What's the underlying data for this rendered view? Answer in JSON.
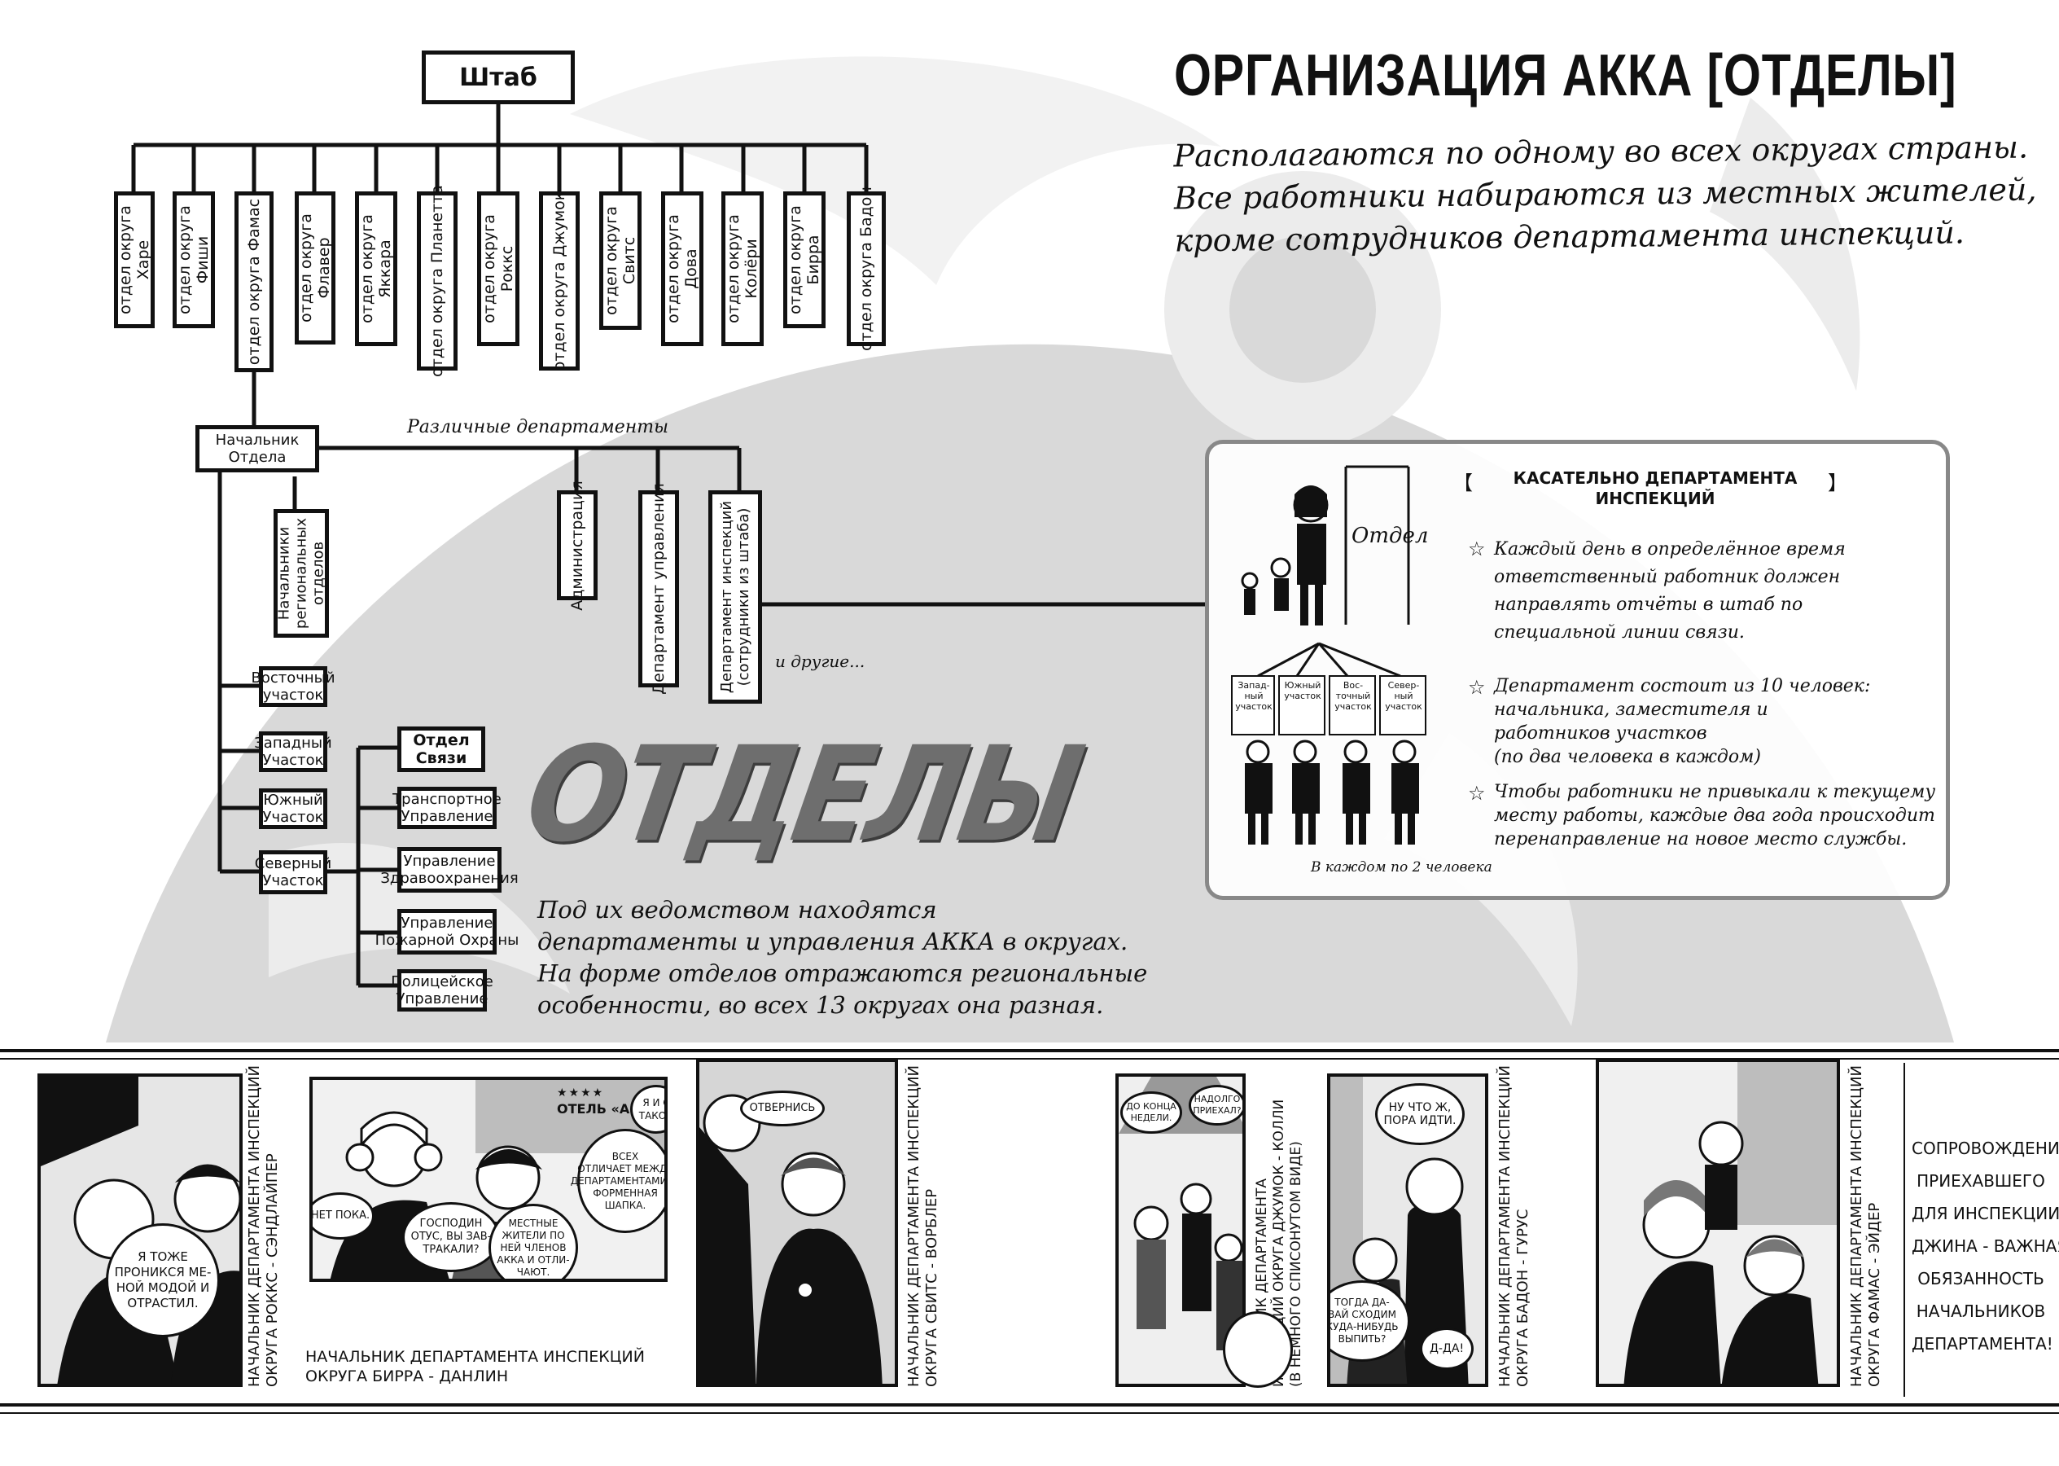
{
  "page": {
    "title": "ОРГАНИЗАЦИЯ АККА [ОТДЕЛЫ]",
    "intro": "Располагаются по одному во всех округах страны.\nВсе работники набираются из местных жителей,\nкроме сотрудников департамента инспекций.",
    "stamp": "ОТДЕЛЫ",
    "stamp_text": "Под их ведомством находятся\nдепартаменты и управления АККА в округах.\nНа форме отделов отражаются региональные\nособенности, во всех 13 округах она разная."
  },
  "org": {
    "hq": "Штаб",
    "districts": [
      "отдел округа\nХаре",
      "отдел округа\nФиши",
      "отдел округа Фамас",
      "отдел округа\nФлавер",
      "отдел округа\nЯккара",
      "отдел округа Планетта",
      "отдел округа\nРоккс",
      "отдел округа Джумок",
      "отдел округа\nСвитс",
      "отдел округа\nДова",
      "отдел округа\nКолёри",
      "отдел округа\nБирра",
      "отдел округа Бадон"
    ],
    "chief": "Начальник\nОтдела",
    "regional_chiefs": "Начальники\nрегиональных\nотделов",
    "various_label": "Различные департаменты",
    "departments": [
      "Администрация",
      "Департамент управления",
      "Департамент инспекций\n(сотрудники из штаба)"
    ],
    "others": "и другие...",
    "precincts": [
      "Восточный\nучасток",
      "Западный\nУчасток",
      "Южный\nУчасток",
      "Северный\nУчасток"
    ],
    "comm_dept": "Отдел\nСвязи",
    "services": [
      "Транспортное\nУправление",
      "Управление\nЗдравоохранения",
      "Управление\nПожарной Охраны",
      "Полицейское\nУправление"
    ]
  },
  "inspection_card": {
    "heading": "КАСАТЕЛЬНО ДЕПАРТАМЕНТА\nИНСПЕКЦИЙ",
    "bracket_left": "【",
    "bracket_right": "】",
    "otdel_sign": "Отдел",
    "precinct_signs": [
      "Запад-\nный\nучасток",
      "Южный\nучасток",
      "Вос-\nточный\nучасток",
      "Север-\nный\nучасток"
    ],
    "caption": "В каждом по 2 человека",
    "star": "☆",
    "points": [
      "Каждый день в определённое время\nответственный работник должен\nнаправлять отчёты в штаб по\nспециальной линии связи.",
      "Департамент состоит из 10 человек:\nначальника, заместителя и\nработников участков\n(по два человека в каждом)",
      "Чтобы работники не привыкали к текущему\nместу работы, каждые два года происходит\nперенаправление на новое место службы."
    ]
  },
  "strip": {
    "bubbles": {
      "p1": "Я ТОЖЕ\nПРОНИКСЯ МЕ-\nНОЙ МОДОЙ И\nОТРАСТИЛ.",
      "p2a": "НЕТ ПОКА.",
      "p2b": "ГОСПОДИН\nОТУС, ВЫ ЗАВ-\nТРАКАЛИ?",
      "p2c": "ВСЕХ\nОТЛИЧАЕТ МЕЖДУ\nДЕПАРТАМЕНТАМИ —\nФОРМЕННАЯ\nШАПКА.",
      "p2d": "МЕСТНЫЕ\nЖИТЕЛИ ПО\nНЕЙ ЧЛЕНОВ\nАККА И ОТЛИ-\nЧАЮТ.",
      "p2e": "Я И С\nТАКОЙ",
      "p2sign": "ОТЕЛЬ «АКВ",
      "p2stars": "★★★★",
      "p3": "ОТВЕРНИСЬ",
      "p4a": "ДО КОНЦА\nНЕДЕЛИ.",
      "p4b": "НАДОЛГО\nПРИЕХАЛ?",
      "p5a": "НУ ЧТО Ж,\nПОРА ИДТИ.",
      "p5b": "ТОГДА ДА-\nВАЙ СХОДИМ\nКУДА-НИБУДЬ\nВЫПИТЬ?",
      "p5c": "Д-ДА!"
    },
    "captions": {
      "c1": "НАЧАЛЬНИК ДЕПАРТАМЕНТА ИНСПЕКЦИЙ\nОКРУГА РОККС - СЭНДЛАЙПЕР",
      "c2": "НАЧАЛЬНИК ДЕПАРТАМЕНТА ИНСПЕКЦИЙ\nОКРУГА БИРРА - ДАНЛИН",
      "c3": "НАЧАЛЬНИК ДЕПАРТАМЕНТА ИНСПЕКЦИЙ\nОКРУГА СВИТС - ВОРБЛЕР",
      "c4": "НАЧАЛЬНИК ДЕПАРТАМЕНТА\nИНСПЕКЦИЙ ОКРУГА ДЖУМОК - КОЛЛИ\n(В НЕМНОГО СПИСОНУТОМ ВИДЕ)",
      "c5": "НАЧАЛЬНИК ДЕПАРТАМЕНТА ИНСПЕКЦИЙ\nОКРУГА БАДОН - ГУРУС",
      "c6": "НАЧАЛЬНИК ДЕПАРТАМЕНТА ИНСПЕКЦИЙ\nОКРУГА ФАМАС - ЭЙДЕР"
    },
    "side_note": "СОПРОВОЖДЕНИЕ\nПРИЕХАВШЕГО\nДЛЯ ИНСПЕКЦИИ\nДЖИНА - ВАЖНАЯ\nОБЯЗАННОСТЬ\nНАЧАЛЬНИКОВ\nДЕПАРТАМЕНТА!"
  }
}
